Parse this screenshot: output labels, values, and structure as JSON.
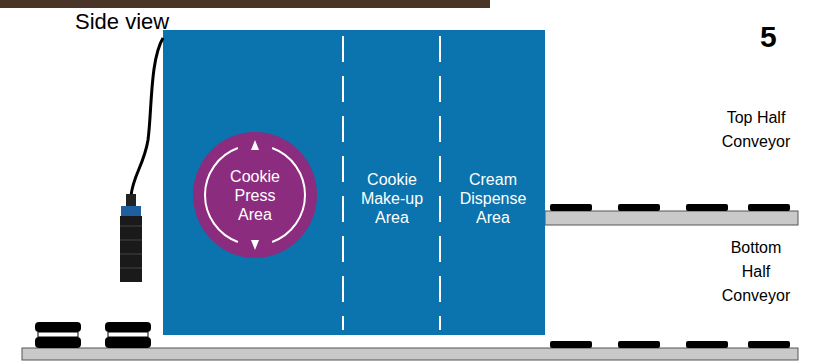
{
  "diagram": {
    "nodes": [
      {
        "text": [
          "Cookie Press Area"
        ]
      },
      {
        "text": [
          "Cookie Make-up Area"
        ]
      },
      {
        "text": [
          "Cream Dispense Area"
        ]
      }
    ],
    "labels": [
      "Side view",
      "5",
      "Top Half Conveyor",
      "Bottom Half Conveyor"
    ]
  }
}
